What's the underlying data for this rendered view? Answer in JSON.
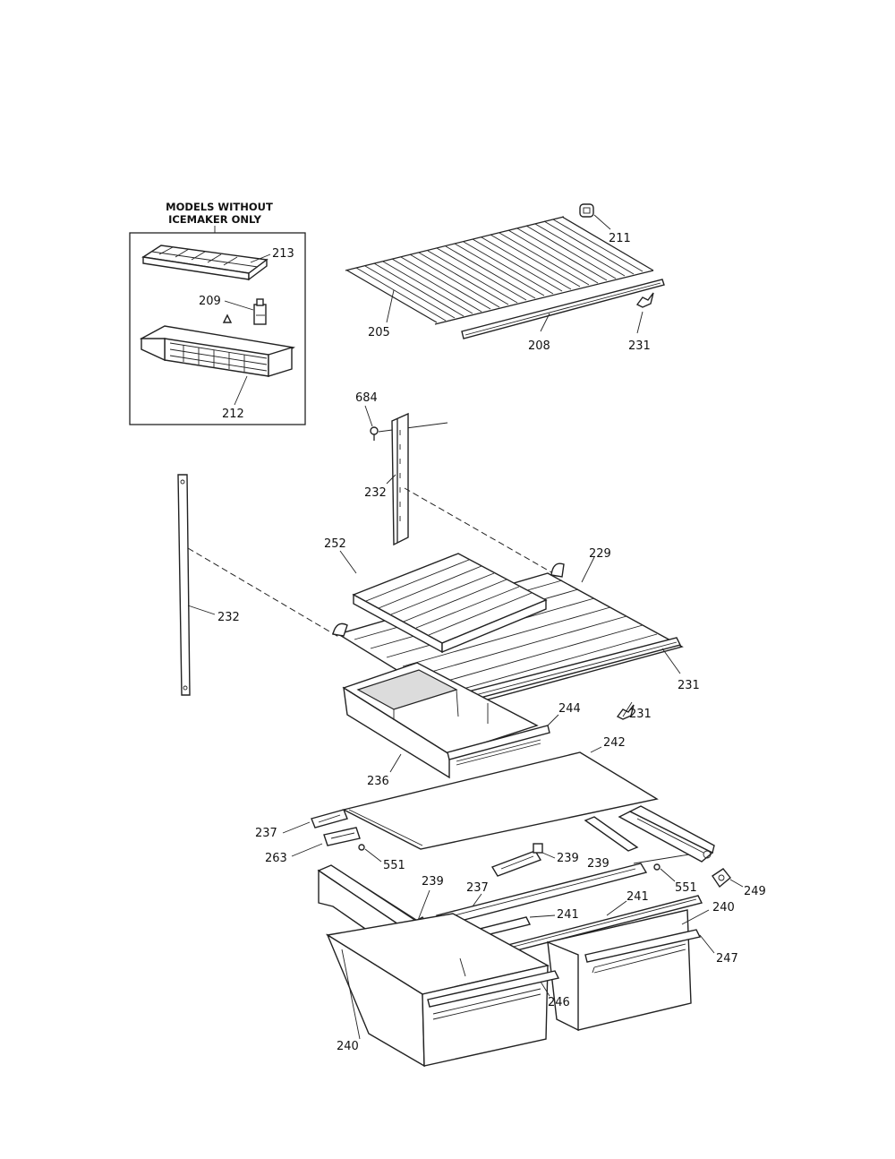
{
  "inset": {
    "title_line1": "MODELS WITHOUT",
    "title_line2": "ICEMAKER ONLY"
  },
  "labels": {
    "p213": "213",
    "p209": "209",
    "p212": "212",
    "p211": "211",
    "p205": "205",
    "p208": "208",
    "p231_top": "231",
    "p684": "684",
    "p232_upright": "232",
    "p232_left": "232",
    "p252": "252",
    "p229": "229",
    "p231_right": "231",
    "p231_mid": "231",
    "p244": "244",
    "p242": "242",
    "p236": "236",
    "p237_left": "237",
    "p263": "263",
    "p551_left": "551",
    "p239_center": "239",
    "p239_right": "239",
    "p551_right": "551",
    "p249": "249",
    "p239_left": "239",
    "p237_mid": "237",
    "p241_mid": "241",
    "p241_right": "241",
    "p240_right": "240",
    "p247": "247",
    "p246": "246",
    "p240_left": "240"
  },
  "colors": {
    "line": "#222222",
    "paper": "#ffffff"
  }
}
